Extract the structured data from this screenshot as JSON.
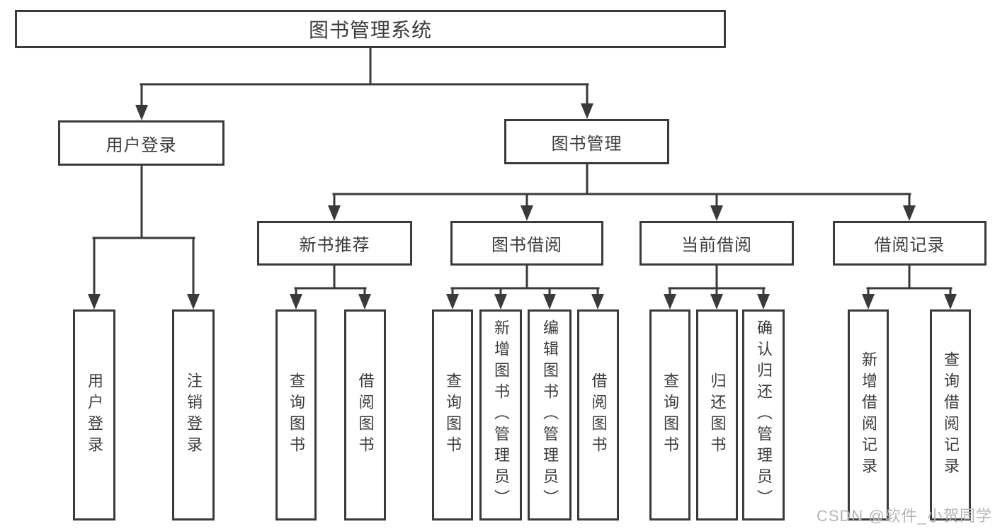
{
  "tree": {
    "root": "图书管理系统",
    "branches": [
      {
        "label": "用户登录",
        "children": [
          "用户登录",
          "注销登录"
        ]
      },
      {
        "label": "图书管理",
        "groups": [
          {
            "label": "新书推荐",
            "children": [
              "查询图书",
              "借阅图书"
            ]
          },
          {
            "label": "图书借阅",
            "children": [
              "查询图书",
              "新增图书（管理员）",
              "编辑图书（管理员）",
              "借阅图书"
            ]
          },
          {
            "label": "当前借阅",
            "children": [
              "查询图书",
              "归还图书",
              "确认归还（管理员）"
            ]
          },
          {
            "label": "借阅记录",
            "children": [
              "新增借阅记录",
              "查询借阅记录"
            ]
          }
        ]
      }
    ]
  },
  "watermark": {
    "text": "CSDN @软件_小贺同学"
  },
  "colors": {
    "line": "#3a3a3a",
    "text": "#3b3b3b",
    "watermark": "#b5b5b5",
    "background": "#ffffff"
  }
}
